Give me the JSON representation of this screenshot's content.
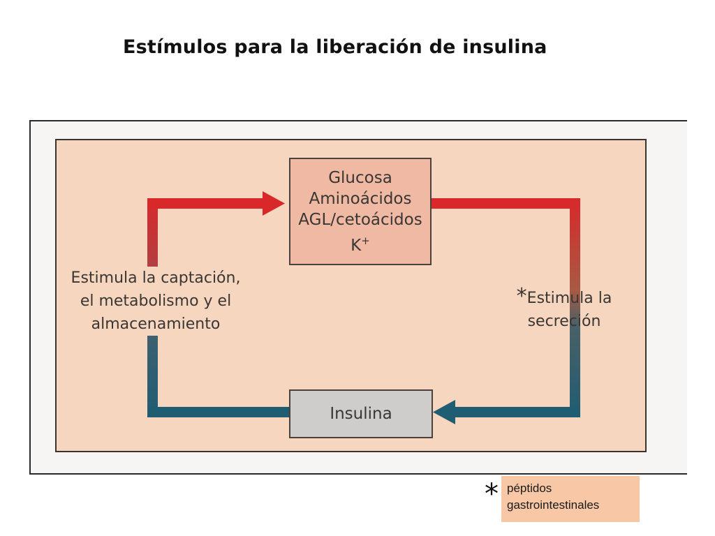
{
  "title": "Estímulos para la liberación de insulina",
  "diagram": {
    "stimuli_box": {
      "lines": [
        "Glucosa",
        "Aminoácidos",
        "AGL/cetoácidos",
        "K"
      ],
      "k_superscript": "+"
    },
    "insulin_box": {
      "label": "Insulina"
    },
    "left_label": {
      "lines": [
        "Estimula la captación,",
        "el metabolismo y el",
        "almacenamiento"
      ]
    },
    "right_label": {
      "asterisk": "*",
      "lines": [
        "Estimula la",
        "secreción"
      ]
    },
    "colors": {
      "panel": "#f7d6bf",
      "arrow_red": "#d8282a",
      "arrow_teal": "#1f5d73",
      "stimuli_box": "#f0b9a3",
      "insulin_box": "#cfcdcb"
    }
  },
  "footnote": {
    "asterisk": "*",
    "lines": [
      "péptidos",
      "gastrointestinales"
    ],
    "color": "#f8c7a5"
  }
}
